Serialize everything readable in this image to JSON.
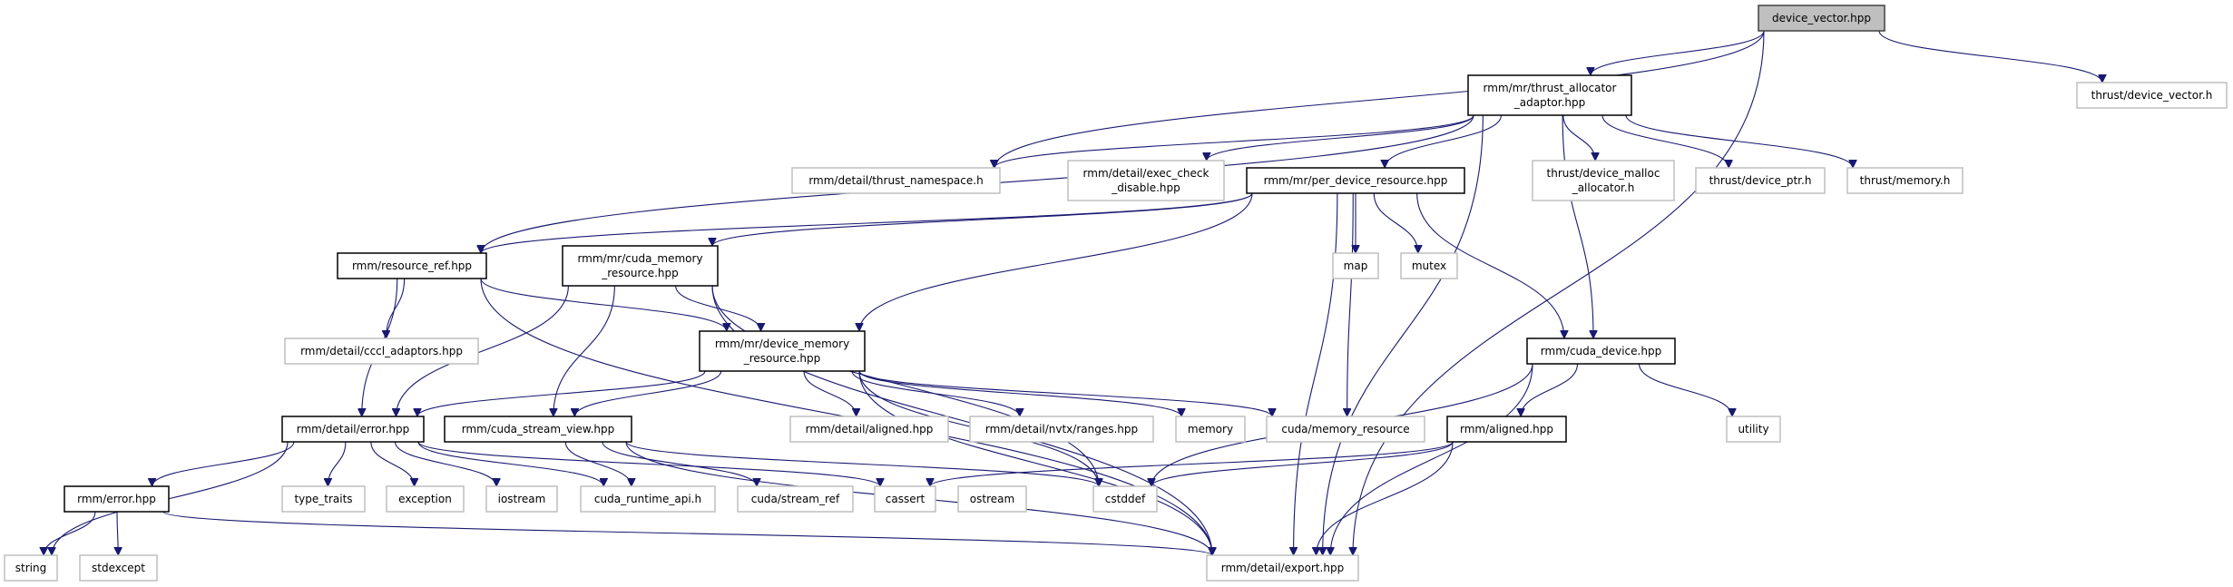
{
  "graph": {
    "type": "include-dependency-graph",
    "colors": {
      "edge": "#191970",
      "root_fill": "#bfbfbf",
      "root_border": "#404040",
      "documented_border": "#000000",
      "external_border": "#bfbfbf"
    },
    "nodes": [
      {
        "id": "device_vector",
        "lines": [
          "device_vector.hpp"
        ],
        "kind": "root"
      },
      {
        "id": "thrust_allocator_adaptor",
        "lines": [
          "rmm/mr/thrust_allocator",
          "_adaptor.hpp"
        ],
        "kind": "documented"
      },
      {
        "id": "thrust_device_vector",
        "lines": [
          "thrust/device_vector.h"
        ],
        "kind": "external"
      },
      {
        "id": "thrust_namespace",
        "lines": [
          "rmm/detail/thrust_namespace.h"
        ],
        "kind": "external"
      },
      {
        "id": "exec_check_disable",
        "lines": [
          "rmm/detail/exec_check",
          "_disable.hpp"
        ],
        "kind": "external"
      },
      {
        "id": "per_device_resource",
        "lines": [
          "rmm/mr/per_device_resource.hpp"
        ],
        "kind": "documented"
      },
      {
        "id": "device_malloc_allocator",
        "lines": [
          "thrust/device_malloc",
          "_allocator.h"
        ],
        "kind": "external"
      },
      {
        "id": "device_ptr",
        "lines": [
          "thrust/device_ptr.h"
        ],
        "kind": "external"
      },
      {
        "id": "thrust_memory",
        "lines": [
          "thrust/memory.h"
        ],
        "kind": "external"
      },
      {
        "id": "resource_ref",
        "lines": [
          "rmm/resource_ref.hpp"
        ],
        "kind": "documented"
      },
      {
        "id": "cuda_memory_resource",
        "lines": [
          "rmm/mr/cuda_memory",
          "_resource.hpp"
        ],
        "kind": "documented"
      },
      {
        "id": "map",
        "lines": [
          "map"
        ],
        "kind": "external"
      },
      {
        "id": "mutex",
        "lines": [
          "mutex"
        ],
        "kind": "external"
      },
      {
        "id": "cccl_adaptors",
        "lines": [
          "rmm/detail/cccl_adaptors.hpp"
        ],
        "kind": "external"
      },
      {
        "id": "device_memory_resource",
        "lines": [
          "rmm/mr/device_memory",
          "_resource.hpp"
        ],
        "kind": "documented"
      },
      {
        "id": "cuda_device",
        "lines": [
          "rmm/cuda_device.hpp"
        ],
        "kind": "documented"
      },
      {
        "id": "detail_error",
        "lines": [
          "rmm/detail/error.hpp"
        ],
        "kind": "documented"
      },
      {
        "id": "cuda_stream_view",
        "lines": [
          "rmm/cuda_stream_view.hpp"
        ],
        "kind": "documented"
      },
      {
        "id": "detail_aligned",
        "lines": [
          "rmm/detail/aligned.hpp"
        ],
        "kind": "external"
      },
      {
        "id": "nvtx_ranges",
        "lines": [
          "rmm/detail/nvtx/ranges.hpp"
        ],
        "kind": "external"
      },
      {
        "id": "memory",
        "lines": [
          "memory"
        ],
        "kind": "external"
      },
      {
        "id": "cuda_memory_resource_std",
        "lines": [
          "cuda/memory_resource"
        ],
        "kind": "external"
      },
      {
        "id": "aligned",
        "lines": [
          "rmm/aligned.hpp"
        ],
        "kind": "documented"
      },
      {
        "id": "utility",
        "lines": [
          "utility"
        ],
        "kind": "external"
      },
      {
        "id": "rmm_error",
        "lines": [
          "rmm/error.hpp"
        ],
        "kind": "documented"
      },
      {
        "id": "type_traits",
        "lines": [
          "type_traits"
        ],
        "kind": "external"
      },
      {
        "id": "exception",
        "lines": [
          "exception"
        ],
        "kind": "external"
      },
      {
        "id": "iostream",
        "lines": [
          "iostream"
        ],
        "kind": "external"
      },
      {
        "id": "cuda_runtime_api",
        "lines": [
          "cuda_runtime_api.h"
        ],
        "kind": "external"
      },
      {
        "id": "stream_ref",
        "lines": [
          "cuda/stream_ref"
        ],
        "kind": "external"
      },
      {
        "id": "cassert",
        "lines": [
          "cassert"
        ],
        "kind": "external"
      },
      {
        "id": "ostream",
        "lines": [
          "ostream"
        ],
        "kind": "external"
      },
      {
        "id": "cstddef",
        "lines": [
          "cstddef"
        ],
        "kind": "external"
      },
      {
        "id": "string",
        "lines": [
          "string"
        ],
        "kind": "external"
      },
      {
        "id": "stdexcept",
        "lines": [
          "stdexcept"
        ],
        "kind": "external"
      },
      {
        "id": "export",
        "lines": [
          "rmm/detail/export.hpp"
        ],
        "kind": "external"
      }
    ],
    "edges": [
      [
        "device_vector",
        "thrust_allocator_adaptor"
      ],
      [
        "device_vector",
        "thrust_namespace"
      ],
      [
        "device_vector",
        "thrust_device_vector"
      ],
      [
        "device_vector",
        "export"
      ],
      [
        "thrust_allocator_adaptor",
        "thrust_namespace"
      ],
      [
        "thrust_allocator_adaptor",
        "resource_ref"
      ],
      [
        "thrust_allocator_adaptor",
        "exec_check_disable"
      ],
      [
        "thrust_allocator_adaptor",
        "per_device_resource"
      ],
      [
        "thrust_allocator_adaptor",
        "cuda_device"
      ],
      [
        "thrust_allocator_adaptor",
        "device_malloc_allocator"
      ],
      [
        "thrust_allocator_adaptor",
        "device_ptr"
      ],
      [
        "thrust_allocator_adaptor",
        "thrust_memory"
      ],
      [
        "thrust_allocator_adaptor",
        "export"
      ],
      [
        "per_device_resource",
        "resource_ref"
      ],
      [
        "per_device_resource",
        "cuda_memory_resource"
      ],
      [
        "per_device_resource",
        "device_memory_resource"
      ],
      [
        "per_device_resource",
        "map"
      ],
      [
        "per_device_resource",
        "mutex"
      ],
      [
        "per_device_resource",
        "cuda_memory_resource_std"
      ],
      [
        "per_device_resource",
        "cuda_device"
      ],
      [
        "per_device_resource",
        "export"
      ],
      [
        "resource_ref",
        "cccl_adaptors"
      ],
      [
        "resource_ref",
        "device_memory_resource"
      ],
      [
        "resource_ref",
        "detail_error"
      ],
      [
        "resource_ref",
        "export"
      ],
      [
        "cuda_memory_resource",
        "device_memory_resource"
      ],
      [
        "cuda_memory_resource",
        "detail_error"
      ],
      [
        "cuda_memory_resource",
        "cuda_stream_view"
      ],
      [
        "cuda_memory_resource",
        "cstddef"
      ],
      [
        "cuda_memory_resource",
        "export"
      ],
      [
        "device_memory_resource",
        "detail_error"
      ],
      [
        "device_memory_resource",
        "cuda_stream_view"
      ],
      [
        "device_memory_resource",
        "detail_aligned"
      ],
      [
        "device_memory_resource",
        "nvtx_ranges"
      ],
      [
        "device_memory_resource",
        "memory"
      ],
      [
        "device_memory_resource",
        "cuda_memory_resource_std"
      ],
      [
        "device_memory_resource",
        "cstddef"
      ],
      [
        "device_memory_resource",
        "export"
      ],
      [
        "detail_error",
        "rmm_error"
      ],
      [
        "detail_error",
        "string"
      ],
      [
        "detail_error",
        "type_traits"
      ],
      [
        "detail_error",
        "exception"
      ],
      [
        "detail_error",
        "iostream"
      ],
      [
        "detail_error",
        "cuda_runtime_api"
      ],
      [
        "detail_error",
        "cassert"
      ],
      [
        "cuda_stream_view",
        "cuda_runtime_api"
      ],
      [
        "cuda_stream_view",
        "stream_ref"
      ],
      [
        "cuda_stream_view",
        "cstddef"
      ],
      [
        "cuda_stream_view",
        "export"
      ],
      [
        "cuda_device",
        "aligned"
      ],
      [
        "cuda_device",
        "cstddef"
      ],
      [
        "cuda_device",
        "export"
      ],
      [
        "cuda_device",
        "utility"
      ],
      [
        "aligned",
        "cassert"
      ],
      [
        "aligned",
        "cstddef"
      ],
      [
        "aligned",
        "export"
      ],
      [
        "rmm_error",
        "string"
      ],
      [
        "rmm_error",
        "stdexcept"
      ],
      [
        "rmm_error",
        "export"
      ]
    ]
  }
}
